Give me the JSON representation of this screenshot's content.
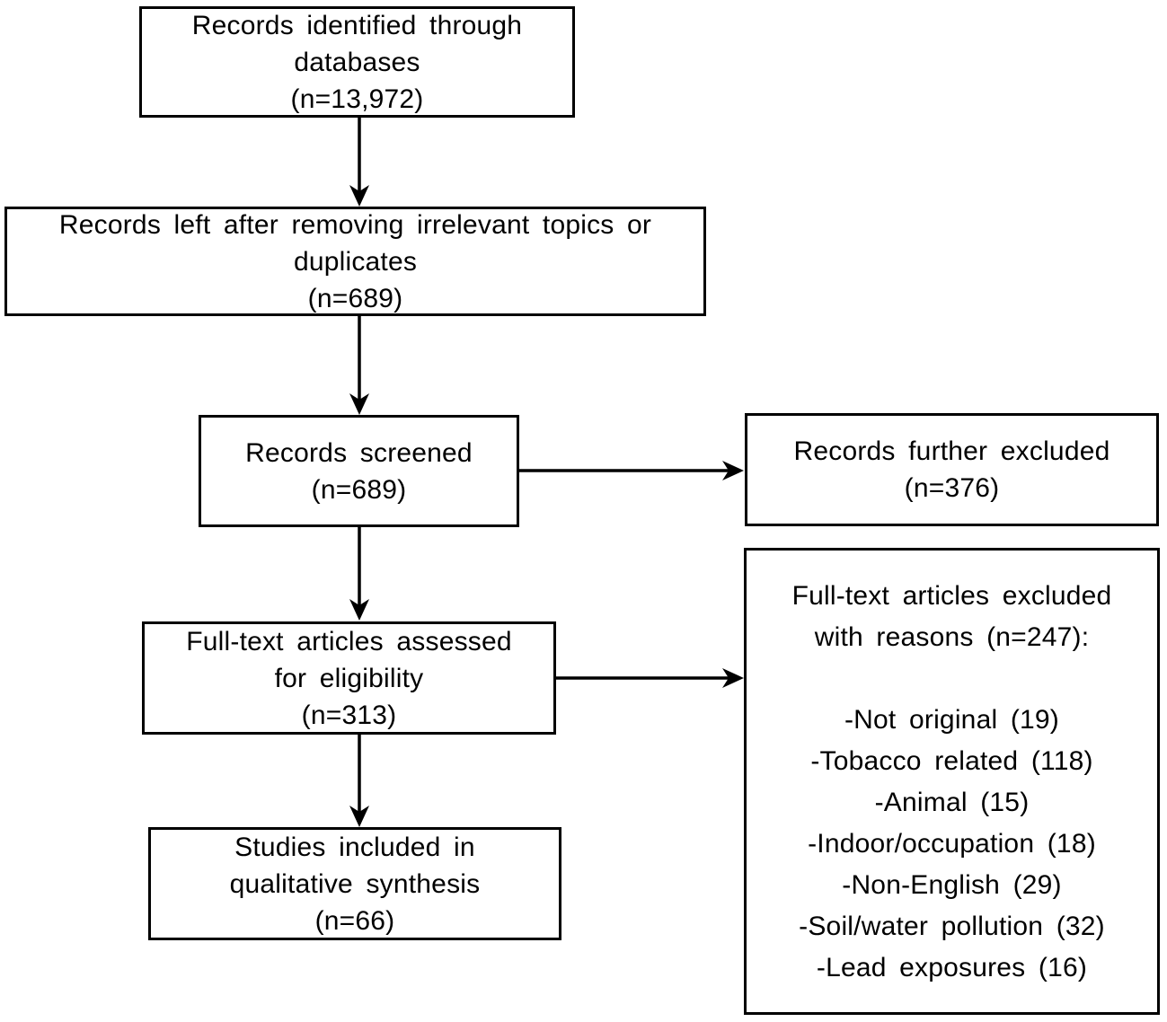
{
  "colors": {
    "background": "#ffffff",
    "line": "#000000",
    "text": "#000000"
  },
  "boxes": {
    "identified": {
      "lines": [
        "Records identified through",
        "databases",
        "(n=13,972)"
      ]
    },
    "deduplicated": {
      "lines": [
        "Records left after removing irrelevant topics or",
        "duplicates",
        "(n=689)"
      ]
    },
    "screened": {
      "lines": [
        "Records screened",
        "(n=689)"
      ]
    },
    "further_excluded": {
      "lines": [
        "Records further excluded",
        "(n=376)"
      ]
    },
    "fulltext_assessed": {
      "lines": [
        "Full-text articles assessed",
        "for eligibility",
        "(n=313)"
      ]
    },
    "fulltext_excluded": {
      "title_lines": [
        "Full-text articles excluded",
        "with reasons (n=247):"
      ],
      "reasons": [
        "-Not original (19)",
        "-Tobacco related (118)",
        "-Animal (15)",
        "-Indoor/occupation (18)",
        "-Non-English (29)",
        "-Soil/water pollution (32)",
        "-Lead exposures (16)"
      ]
    },
    "included": {
      "lines": [
        "Studies included in",
        "qualitative synthesis",
        "(n=66)"
      ]
    }
  }
}
